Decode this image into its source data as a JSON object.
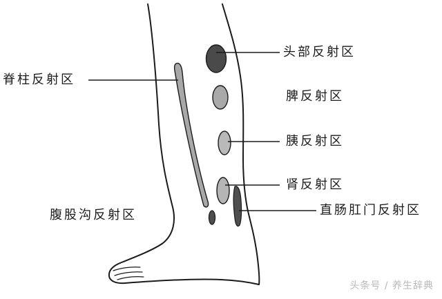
{
  "labels": {
    "head": "头部反射区",
    "spine": "脊柱反射区",
    "spleen": "脾反射区",
    "pancreas": "胰反射区",
    "kidney": "肾反射区",
    "groin": "腹股沟反射区",
    "rectum_anus": "直肠肛门反射区"
  },
  "watermark": "头条号 / 养生辞典",
  "colors": {
    "outline": "#1a1a1a",
    "head_zone": "#4a4a4a",
    "spleen_zone": "#a9a9a9",
    "pancreas_zone": "#b9b9b9",
    "kidney_zone": "#b5b5b5",
    "spine_zone": "#a8a8a8",
    "rectum_zone": "#4f4f4f",
    "groin_zone": "#4f4f4f",
    "leader_line": "#1a1a1a"
  }
}
